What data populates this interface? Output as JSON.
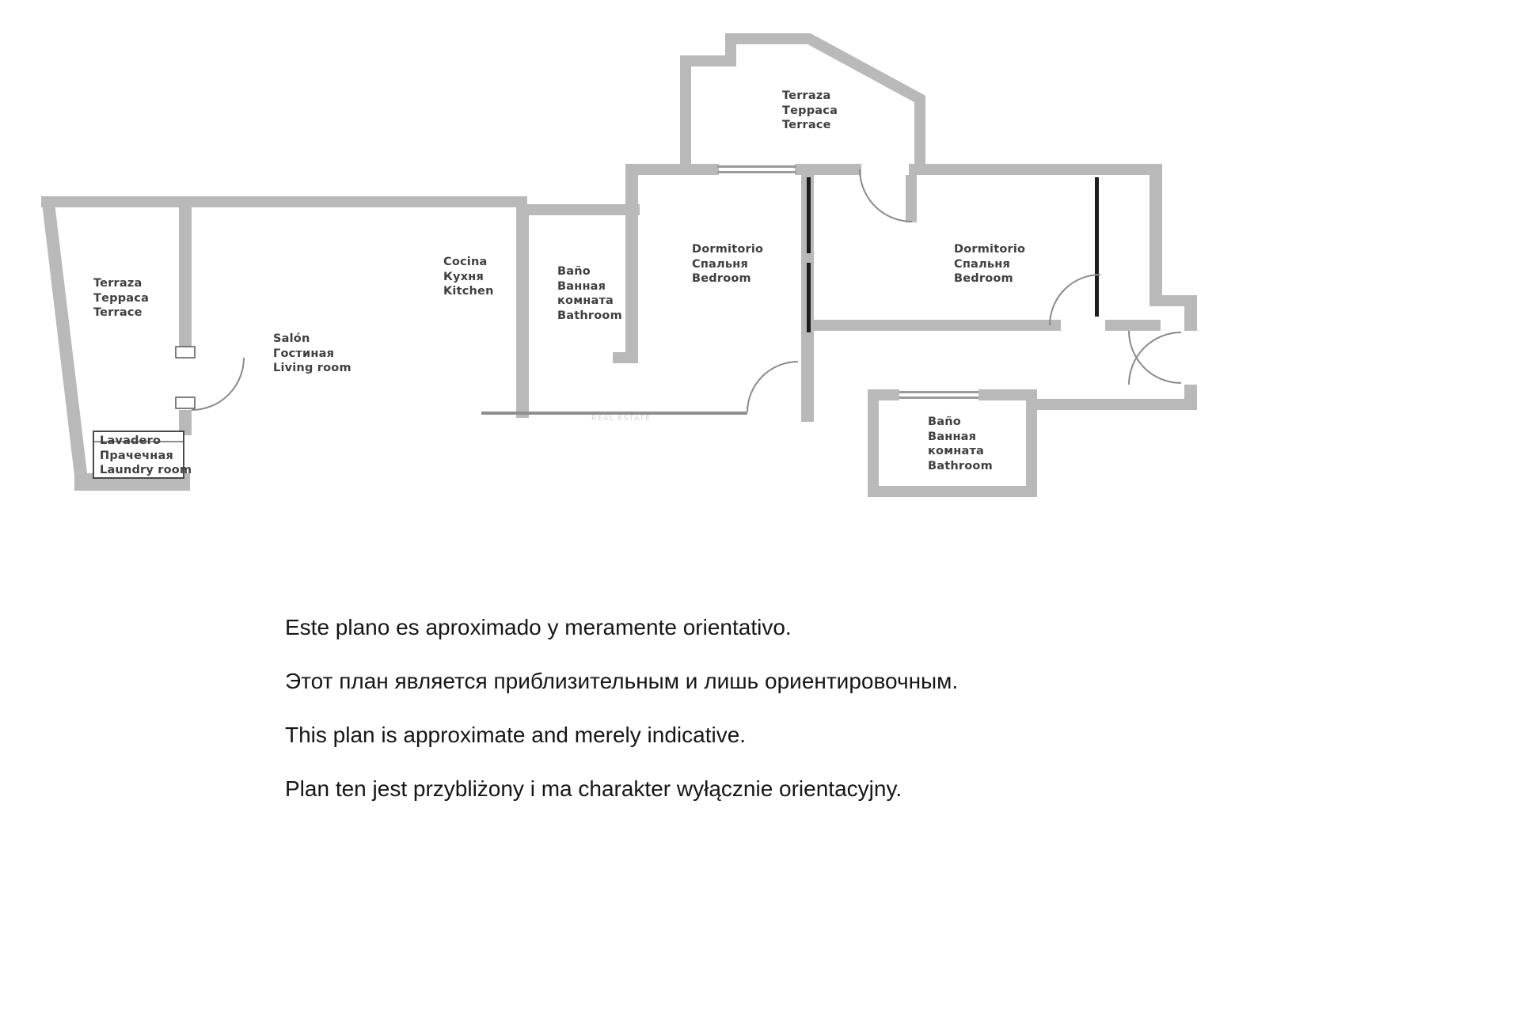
{
  "colors": {
    "wall": "#b9b9b9",
    "thin_wall": "#8f8f8f",
    "dark_panel": "#1c1c1c",
    "label_text": "#3f3f3f",
    "watermark_text": "#d2d2d2"
  },
  "plan": {
    "watermark": "REAL ESTATE",
    "rooms": {
      "terrace_left": {
        "label": "Terraza\nТерраса\nTerrace"
      },
      "laundry": {
        "label": "Lavadero\nПрачечная\nLaundry room"
      },
      "living": {
        "label": "Salón\nГостиная\nLiving room"
      },
      "kitchen": {
        "label": "Cocina\nКухня\nKitchen"
      },
      "bath1": {
        "label": "Baño\nВанная\nкомната\nBathroom"
      },
      "bed1": {
        "label": "Dormitorio\nСпальня\nBedroom"
      },
      "terrace_top": {
        "label": "Terraza\nТерраса\nTerrace"
      },
      "bed2": {
        "label": "Dormitorio\nСпальня\nBedroom"
      },
      "bath2": {
        "label": "Baño\nВанная\nкомната\nBathroom"
      }
    }
  },
  "disclaimer": {
    "lines": [
      "Este plano es aproximado y meramente orientativo.",
      "Этот план является приблизительным и лишь ориентировочным.",
      "This plan is approximate and merely indicative.",
      "Plan ten jest przybliżony i ma charakter wyłącznie orientacyjny."
    ]
  }
}
